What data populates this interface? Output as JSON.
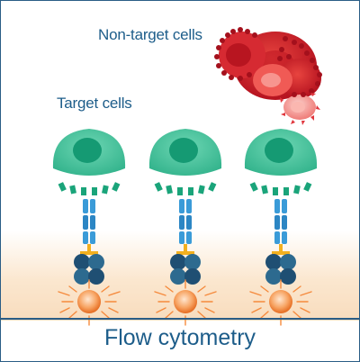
{
  "labels": {
    "non_target": "Non-target cells",
    "target": "Target cells",
    "caption": "Flow cytometry"
  },
  "colors": {
    "target_cell": "#3fbf98",
    "nucleus": "#159a73",
    "receptor": "#1aa47a",
    "antibody": "#3a9bd8",
    "linker": "#f2b01f",
    "bead": "#1f4f73",
    "fluorophore": "#f58a3d",
    "red_cell": "#d9242f",
    "text": "#1d5d8a"
  },
  "icons": [
    "target-cell-icon",
    "antibody-icon",
    "bead-cluster-icon",
    "fluorophore-icon",
    "red-blood-cell-icon"
  ]
}
